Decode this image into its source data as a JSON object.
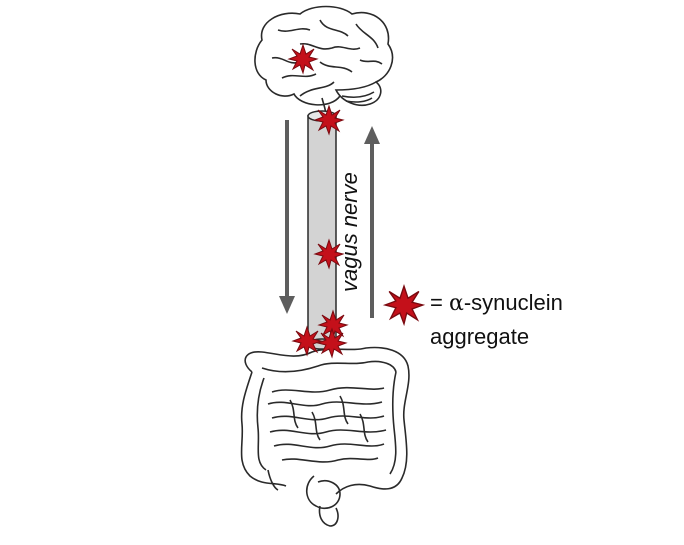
{
  "diagram": {
    "nerve_label": "vagus nerve",
    "legend": {
      "equals": "= ",
      "symbol": "α",
      "term": "-synuclein",
      "term_line2": "aggregate"
    },
    "colors": {
      "aggregate_fill": "#c4101a",
      "aggregate_stroke": "#7a0a10",
      "nerve_fill": "#d3d3d3",
      "arrow": "#5e5e5e",
      "outline": "#2a2a2a"
    },
    "icons": {
      "brain": "brain-icon",
      "intestine": "intestine-icon",
      "aggregate": "aggregate-star-icon"
    }
  }
}
